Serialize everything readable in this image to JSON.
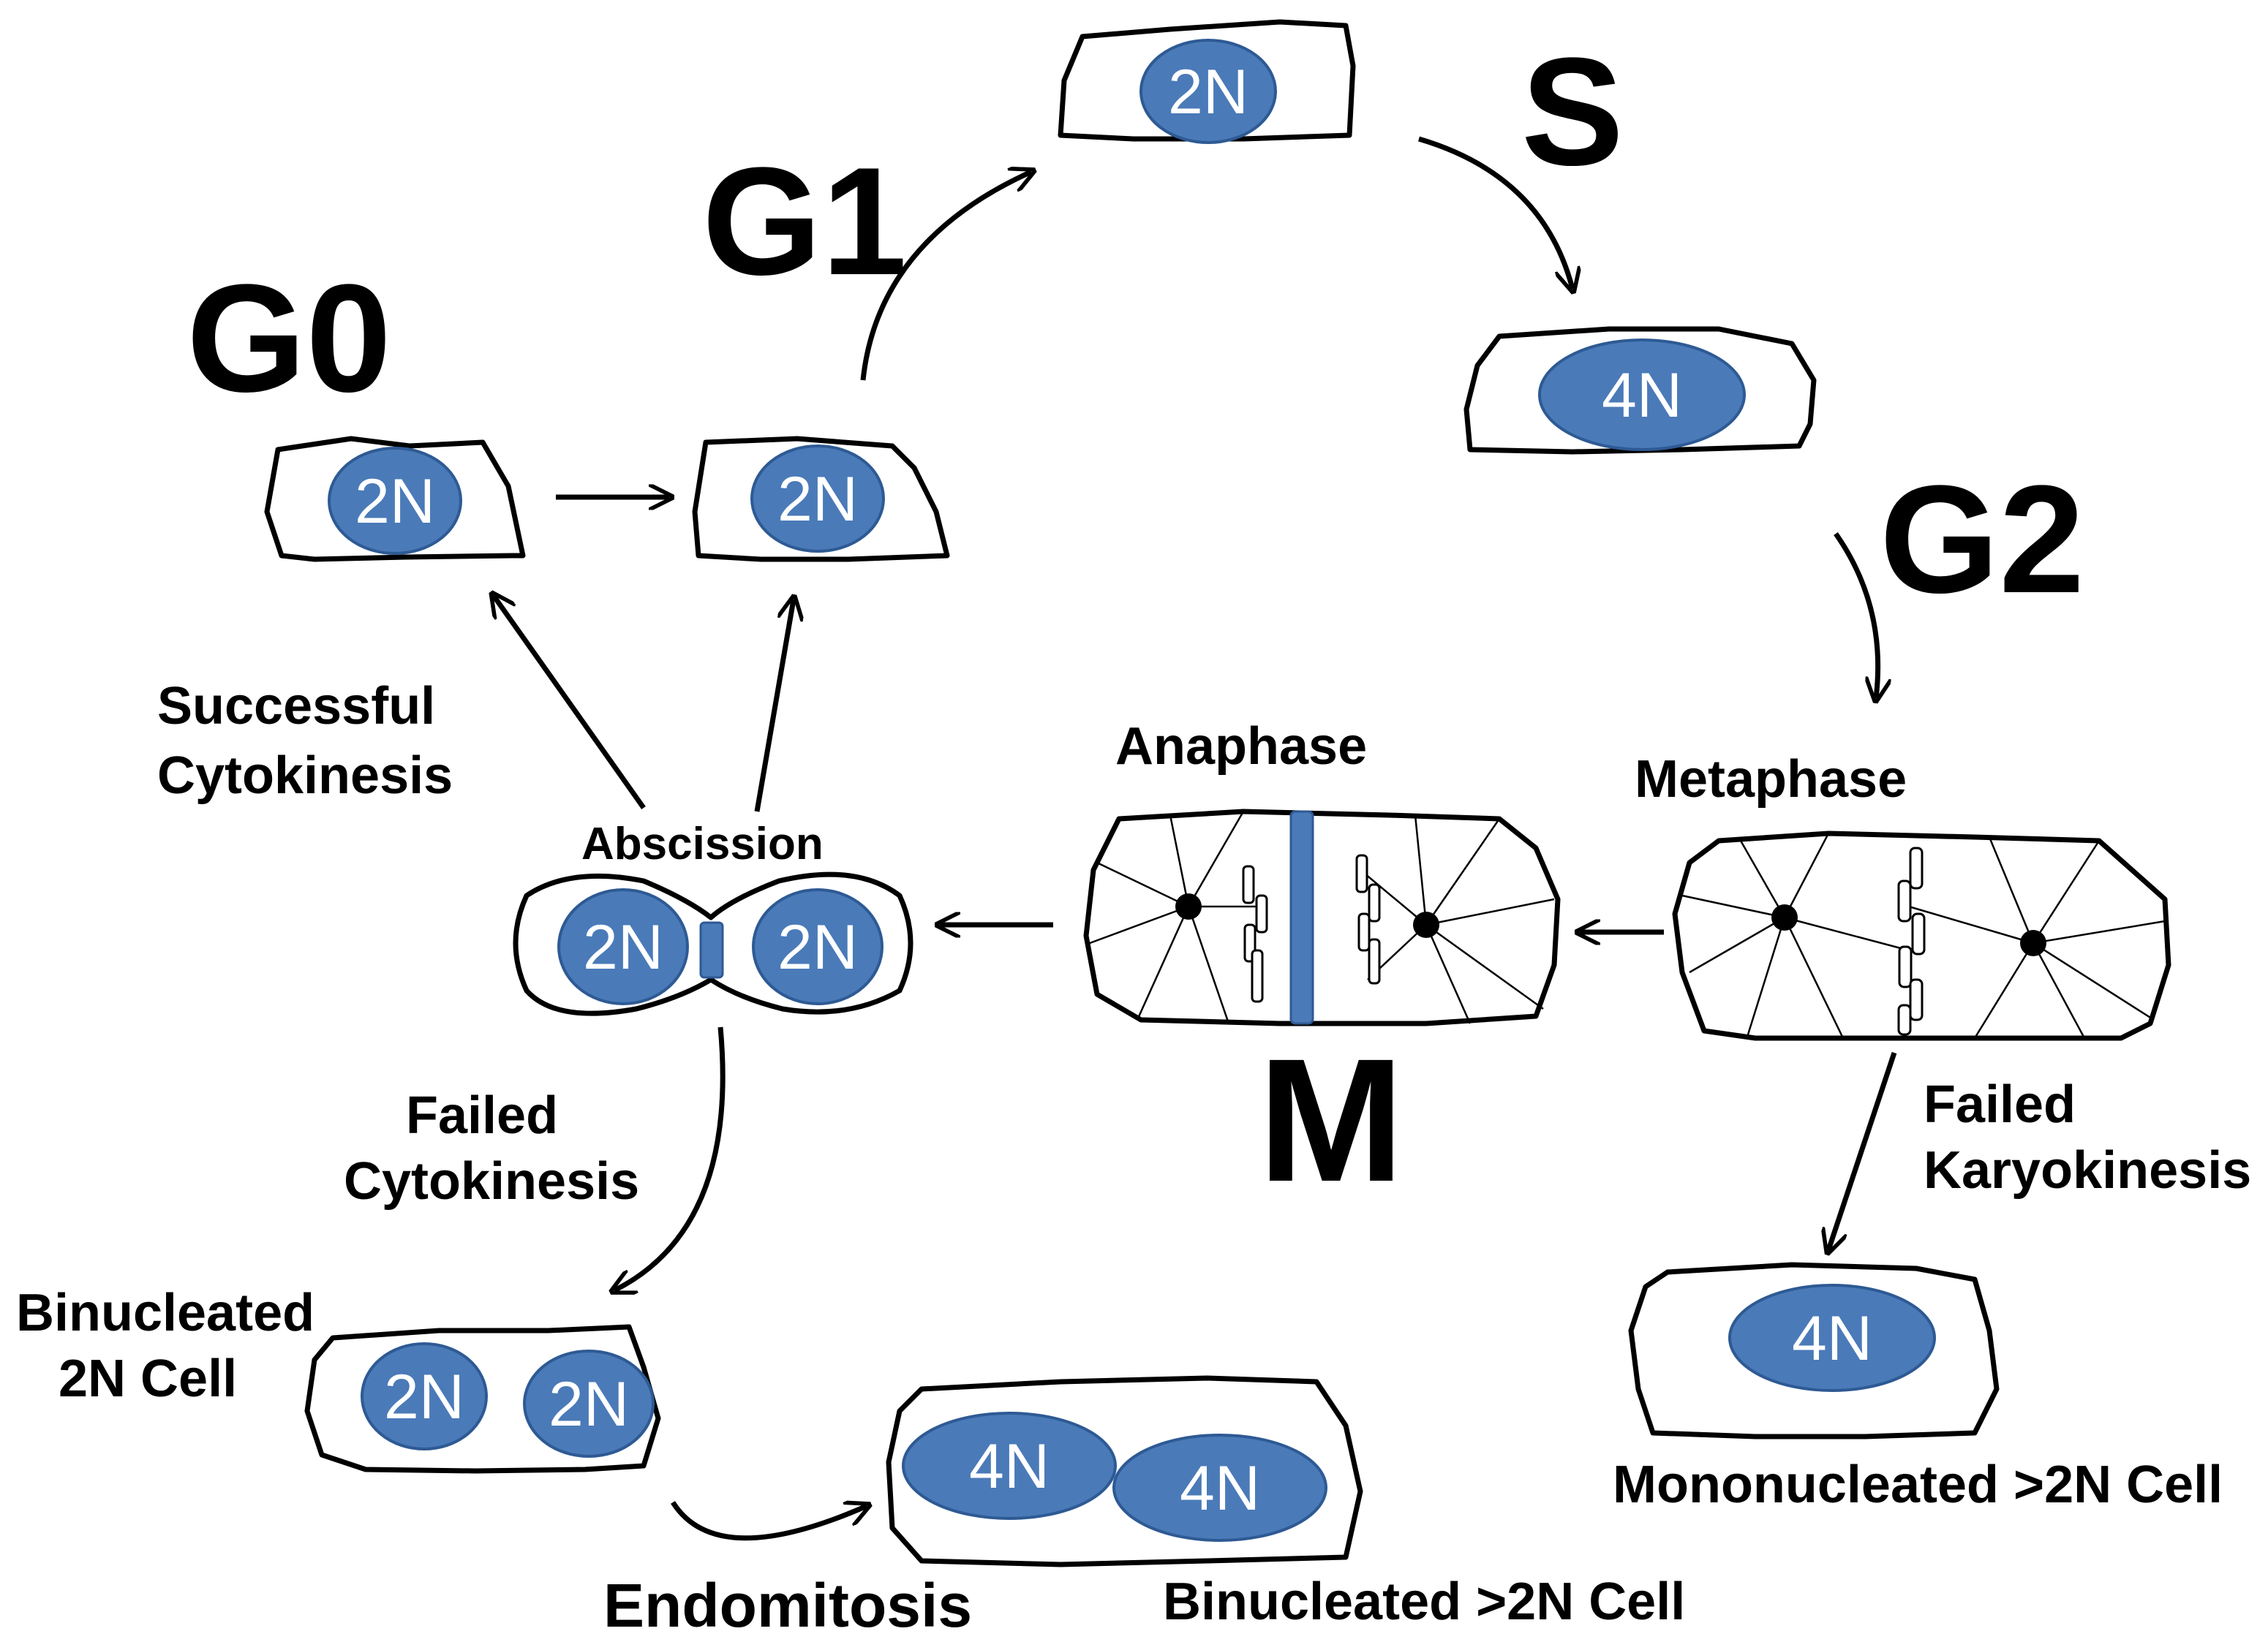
{
  "phases": {
    "g0": "G0",
    "g1": "G1",
    "s": "S",
    "g2": "G2",
    "m": "M"
  },
  "stages": {
    "metaphase": "Metaphase",
    "anaphase": "Anaphase",
    "abscission": "Abscission"
  },
  "labels": {
    "successful_line1": "Successful",
    "successful_line2": "Cytokinesis",
    "failed_cyto_line1": "Failed",
    "failed_cyto_line2": "Cytokinesis",
    "failed_karyo_line1": "Failed",
    "failed_karyo_line2": "Karyokinesis",
    "binucleated_2n_line1": "Binucleated",
    "binucleated_2n_line2": "2N Cell",
    "endomitosis": "Endomitosis",
    "binucleated_gt2n": "Binucleated >2N Cell",
    "mononucleated_gt2n": "Mononucleated >2N Cell"
  },
  "nuclei": {
    "g0_cell": "2N",
    "g1_cell": "2N",
    "s_cell": "2N",
    "g2_cell": "4N",
    "abscission_left": "2N",
    "abscission_right": "2N",
    "binucleated_2n_left": "2N",
    "binucleated_2n_right": "2N",
    "binucleated_gt2n_left": "4N",
    "binucleated_gt2n_right": "4N",
    "mononucleated_gt2n": "4N"
  },
  "colors": {
    "nucleus_fill": "#4a7ab8",
    "nucleus_text": "#ffffff",
    "outline": "#000000"
  }
}
